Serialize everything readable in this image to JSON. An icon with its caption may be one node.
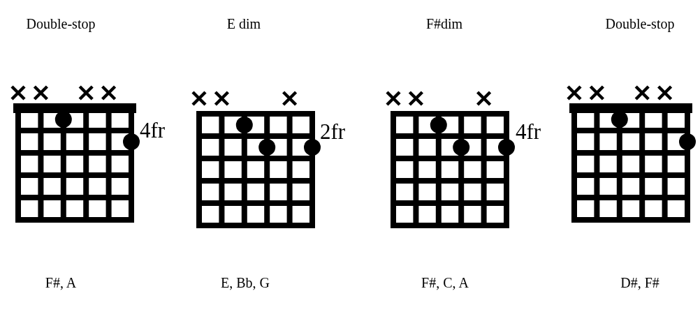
{
  "diagram": {
    "labels": [
      "Double-stop",
      "E dim",
      "F#dim",
      "Double-stop",
      "4fr",
      "2fr",
      "4fr",
      "F#, A",
      "E, Bb, G",
      "F#, C, A",
      "D#, F#"
    ]
  }
}
